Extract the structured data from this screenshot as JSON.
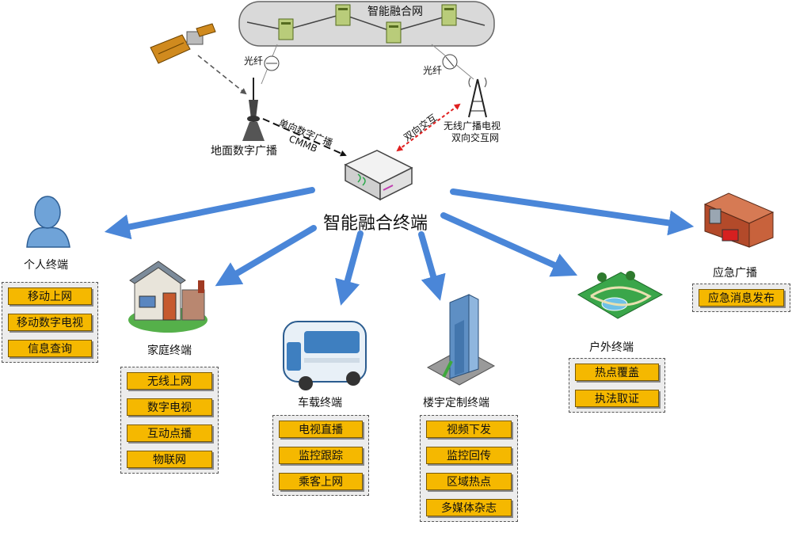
{
  "network": {
    "title": "智能融合网"
  },
  "labels": {
    "fiber_left": "光纤",
    "fiber_right": "光纤",
    "dtv": "地面数字广播",
    "oneway_1": "单向数字广播",
    "oneway_2": "CMMB",
    "twoway": "双向交互",
    "wireless_1": "无线广播电视",
    "wireless_2": "双向交互网",
    "terminal": "智能融合终端"
  },
  "terminals": [
    {
      "name": "个人终端",
      "items": [
        "移动上网",
        "移动数字电视",
        "信息查询"
      ]
    },
    {
      "name": "家庭终端",
      "items": [
        "无线上网",
        "数字电视",
        "互动点播",
        "物联网"
      ]
    },
    {
      "name": "车载终端",
      "items": [
        "电视直播",
        "监控跟踪",
        "乘客上网"
      ]
    },
    {
      "name": "楼宇定制终端",
      "items": [
        "视频下发",
        "监控回传",
        "区域热点",
        "多媒体杂志"
      ]
    },
    {
      "name": "户外终端",
      "items": [
        "热点覆盖",
        "执法取证"
      ]
    },
    {
      "name": "应急广播",
      "items": [
        "应急消息发布"
      ]
    }
  ],
  "colors": {
    "arrow": "#4a86d8",
    "item_fill": "#f5b800",
    "twoway_arrow": "#e02020"
  }
}
